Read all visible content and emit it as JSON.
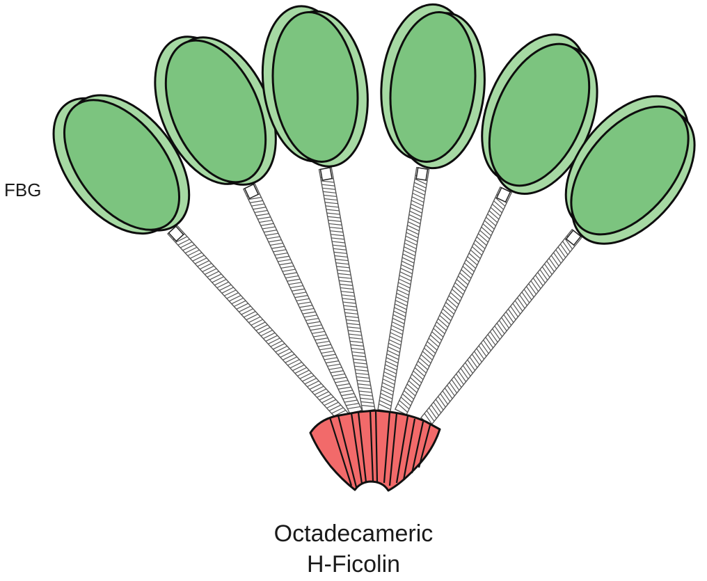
{
  "labels": {
    "fbg": "FBG",
    "caption_line1": "Octadecameric",
    "caption_line2": "H-Ficolin"
  },
  "colors": {
    "head_fill": "#7cc47f",
    "head_back_fill": "#a6d9a3",
    "head_stroke": "#0d0d0d",
    "stalk_fill": "#ffffff",
    "stalk_stroke": "#555555",
    "core_fill": "#f26a6a",
    "core_stroke": "#111111"
  },
  "subunit_count": 6
}
